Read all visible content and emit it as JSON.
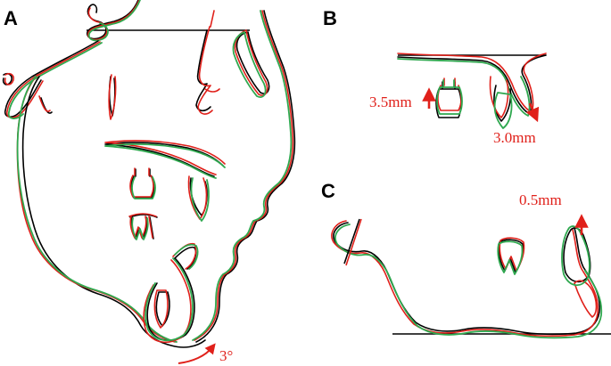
{
  "panels": {
    "a": {
      "label": "A",
      "rotation_annotation": "3°"
    },
    "b": {
      "label": "B",
      "upper_annotation": "3.5mm",
      "lower_annotation": "3.0mm"
    },
    "c": {
      "label": "C",
      "annotation": "0.5mm"
    }
  },
  "colors": {
    "first_tracing": "#000000",
    "second_tracing": "#e0201a",
    "third_tracing": "#2fa84f",
    "annotation": "#e0201a"
  }
}
